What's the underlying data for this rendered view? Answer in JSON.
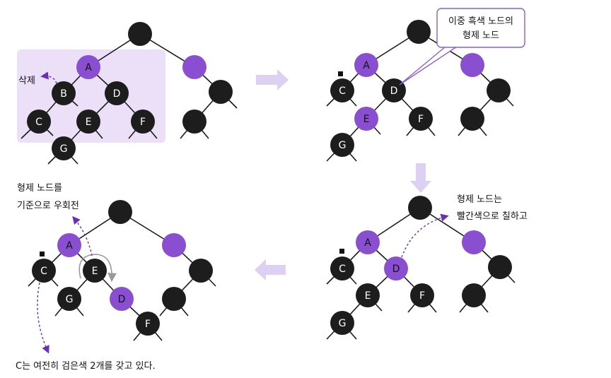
{
  "colors": {
    "black_node": "#1d1d1d",
    "purple_node": "#8a4fd0",
    "highlight_bg": "#ebe0f7",
    "arrow_fill": "#ddd0f2",
    "dashed_arrow": "#6a2fb8",
    "callout_border": "#8a5fd0",
    "edge": "#1a1a1a"
  },
  "panel1": {
    "nodes": {
      "A": "A",
      "B": "B",
      "C": "C",
      "D": "D",
      "E": "E",
      "F": "F",
      "G": "G"
    },
    "delete_label": "삭제"
  },
  "panel2": {
    "nodes": {
      "A": "A",
      "C": "C",
      "D": "D",
      "E": "E",
      "F": "F",
      "G": "G"
    },
    "callout_line1": "이중 흑색 노드의",
    "callout_line2": "형제 노드"
  },
  "panel3": {
    "nodes": {
      "A": "A",
      "C": "C",
      "D": "D",
      "E": "E",
      "F": "F",
      "G": "G"
    },
    "note_line1": "형제 노드는",
    "note_line2": "빨간색으로 칠하고"
  },
  "panel4": {
    "nodes": {
      "A": "A",
      "C": "C",
      "D": "D",
      "E": "E",
      "F": "F",
      "G": "G"
    },
    "note_line1": "형제 노드를",
    "note_line2": "기준으로 우회전",
    "bottom_note": "C는 여전히 검은색 2개를 갖고 있다."
  }
}
